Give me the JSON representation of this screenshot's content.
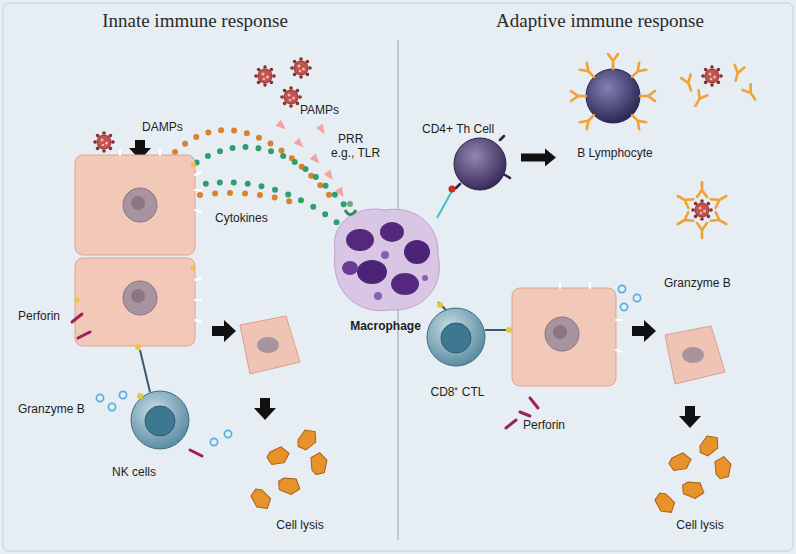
{
  "diagram": {
    "nodes": [
      {
        "text": [
          "Macrophage"
        ]
      },
      {
        "text": [
          "NK cells"
        ]
      },
      {
        "text": [
          "CD4+ Th Cell"
        ]
      },
      {
        "text": [
          "B Lymphocyte"
        ]
      },
      {
        "text": [
          "CD8⁺ CTL"
        ]
      }
    ],
    "edges": [
      {
        "from": 2,
        "to": 3,
        "arrow": "to"
      }
    ],
    "labels": [
      "Innate immune response",
      "Adaptive immune response",
      "DAMPs",
      "PAMPs",
      "Cytokines",
      "PRR",
      "e.g., TLR",
      "Perforin",
      "Granzyme B",
      "Cell lysis",
      "Granzyme B",
      "Perforin",
      "Cell lysis"
    ]
  }
}
